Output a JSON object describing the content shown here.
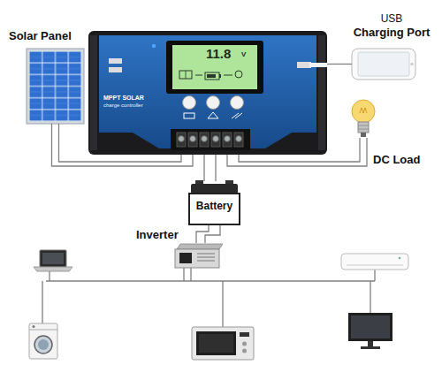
{
  "diagram": {
    "nodes": [
      {
        "text": [
          "Solar Panel"
        ]
      },
      {
        "text": [
          "11.8",
          "V",
          "MPPT SOLAR",
          "charge controller"
        ]
      },
      {
        "text": [
          "USB",
          "Charging Port"
        ]
      },
      {
        "text": [
          "DC Load"
        ]
      },
      {
        "text": [
          "Battery"
        ]
      },
      {
        "text": [
          "Inverter"
        ]
      }
    ],
    "edges": [
      {
        "from": 0,
        "to": 1,
        "arrow": "none"
      },
      {
        "from": 1,
        "to": 2,
        "arrow": "none"
      },
      {
        "from": 1,
        "to": 3,
        "arrow": "none"
      },
      {
        "from": 1,
        "to": 4,
        "arrow": "none"
      },
      {
        "from": 4,
        "to": 5,
        "arrow": "none"
      }
    ]
  }
}
